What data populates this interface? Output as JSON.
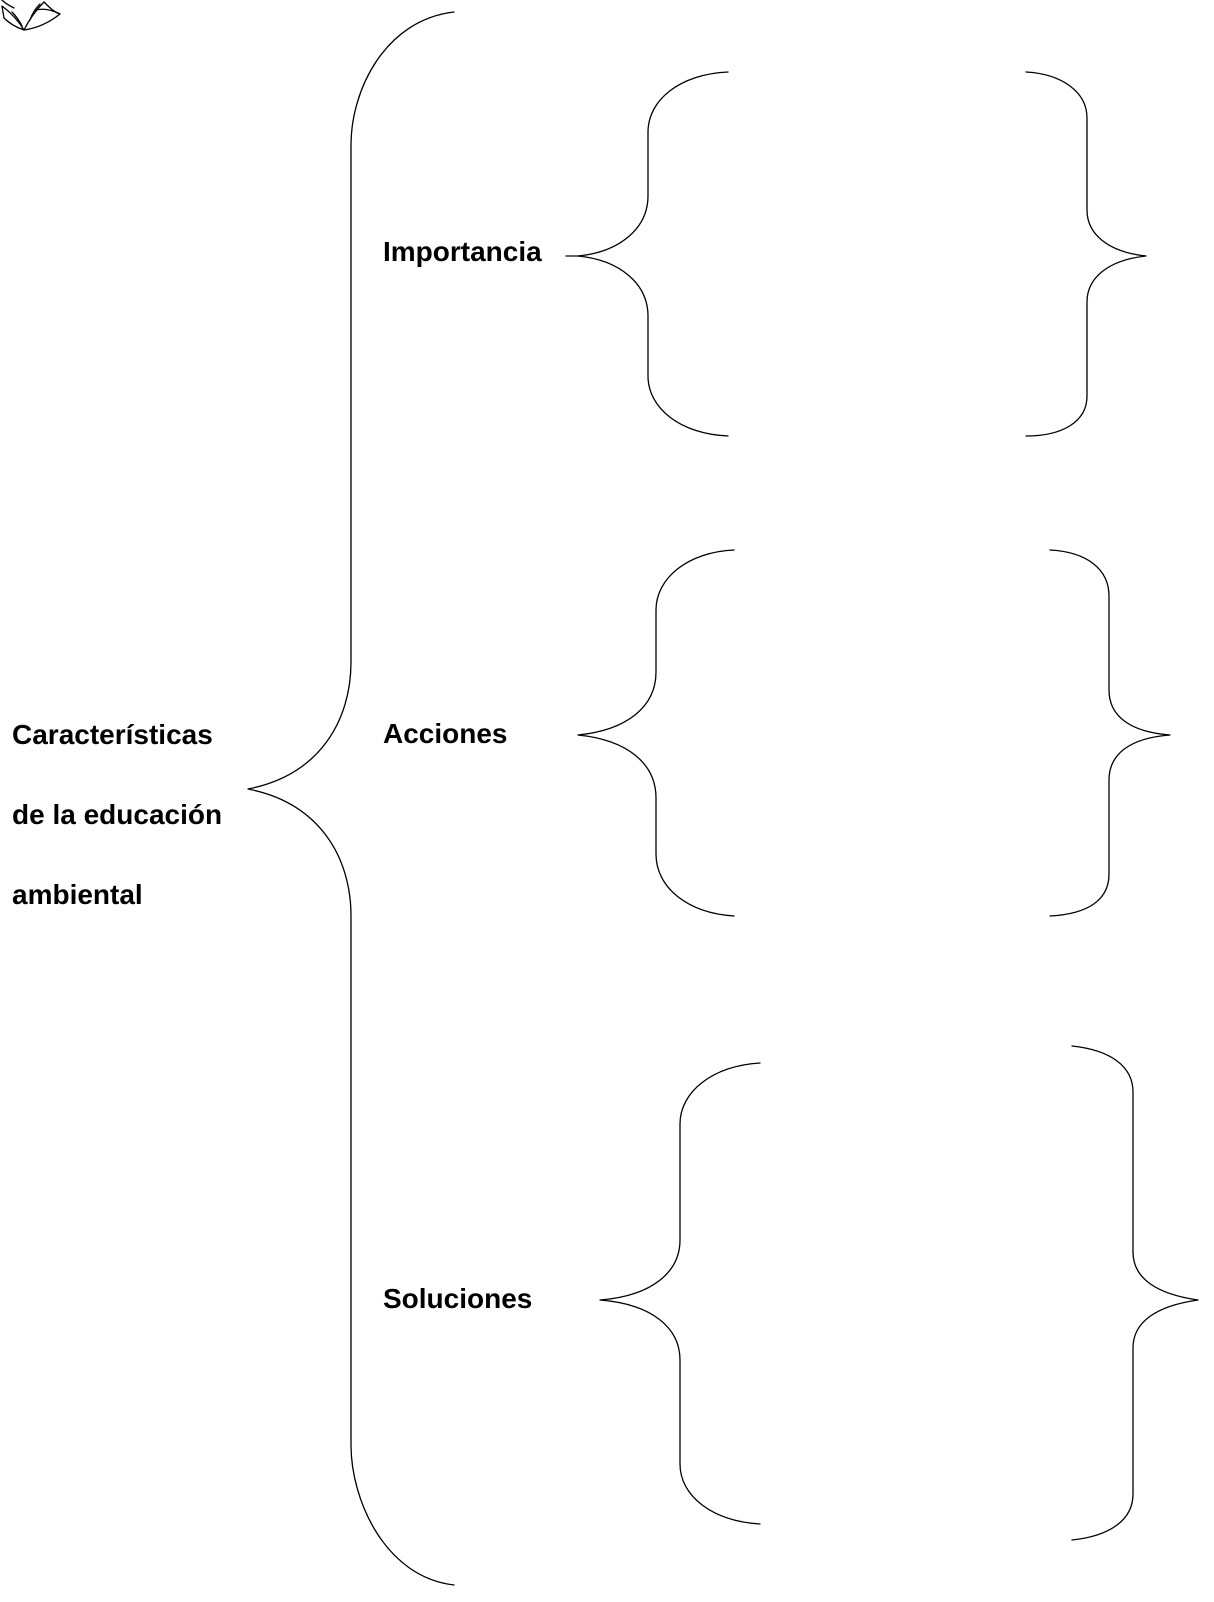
{
  "diagram": {
    "main_topic": {
      "lines": [
        "Características",
        "de la educación",
        "ambiental"
      ]
    },
    "branches": [
      {
        "label": "Importancia"
      },
      {
        "label": "Acciones"
      },
      {
        "label": "Soluciones"
      }
    ]
  },
  "colors": {
    "line": "#000000",
    "text": "#000000",
    "background": "#ffffff"
  },
  "icons": {
    "corner_logo": "flower-logo-icon"
  }
}
